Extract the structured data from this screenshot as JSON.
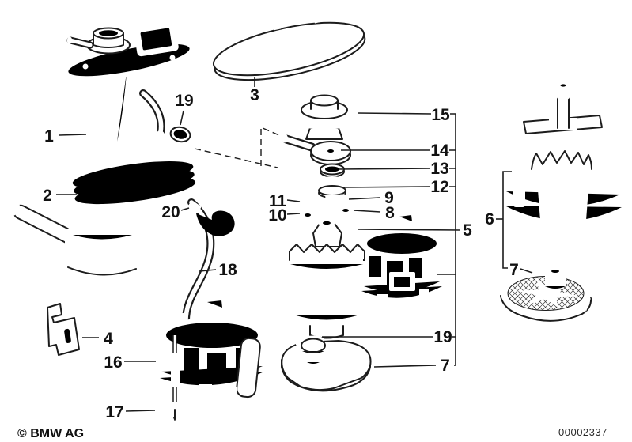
{
  "diagram": {
    "background": "#ffffff",
    "line_color": "#1c1c1c",
    "watermark": "© BMW AG",
    "drawing_number": "00002337",
    "callouts": [
      {
        "label": "1",
        "part": "fuel-level-sender"
      },
      {
        "label": "2",
        "part": "coiled-hose-ring"
      },
      {
        "label": "3",
        "part": "sealing-frame-gasket"
      },
      {
        "label": "19",
        "part": "hose-clamp-upper"
      },
      {
        "label": "20",
        "part": "cable-connector"
      },
      {
        "label": "18",
        "part": "fuel-hose"
      },
      {
        "label": "4",
        "part": "retaining-clip"
      },
      {
        "label": "16",
        "part": "pump-housing-lower"
      },
      {
        "label": "17",
        "part": "locking-pin"
      },
      {
        "label": "15",
        "part": "cover-cap"
      },
      {
        "label": "14",
        "part": "banjo-union"
      },
      {
        "label": "13",
        "part": "sealing-washer"
      },
      {
        "label": "12",
        "part": "threaded-union"
      },
      {
        "label": "9",
        "part": "nut-right"
      },
      {
        "label": "8",
        "part": "lock-washer-right"
      },
      {
        "label": "11",
        "part": "nut-left"
      },
      {
        "label": "10",
        "part": "lock-washer-left"
      },
      {
        "label": "5",
        "part": "fuel-pump"
      },
      {
        "label": "19",
        "part": "hose-clamp-lower"
      },
      {
        "label": "7",
        "part": "strainer-plate-middle"
      },
      {
        "label": "6",
        "part": "fuel-pump-assembly"
      },
      {
        "label": "7",
        "part": "suction-strainer-right"
      }
    ]
  }
}
